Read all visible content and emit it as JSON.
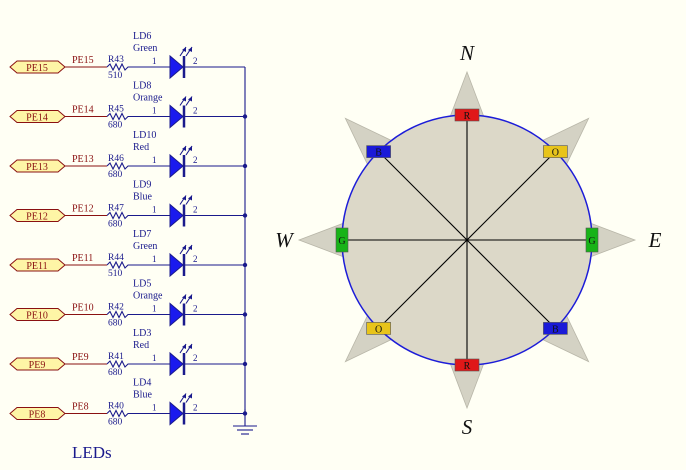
{
  "schematic": {
    "title": "LEDs",
    "channels": [
      {
        "port": "PE15",
        "resistor": "R43",
        "ohms": "510",
        "led": "LD6",
        "color": "Green",
        "pin_a": "1",
        "pin_b": "2"
      },
      {
        "port": "PE14",
        "resistor": "R45",
        "ohms": "680",
        "led": "LD8",
        "color": "Orange",
        "pin_a": "1",
        "pin_b": "2"
      },
      {
        "port": "PE13",
        "resistor": "R46",
        "ohms": "680",
        "led": "LD10",
        "color": "Red",
        "pin_a": "1",
        "pin_b": "2"
      },
      {
        "port": "PE12",
        "resistor": "R47",
        "ohms": "680",
        "led": "LD9",
        "color": "Blue",
        "pin_a": "1",
        "pin_b": "2"
      },
      {
        "port": "PE11",
        "resistor": "R44",
        "ohms": "510",
        "led": "LD7",
        "color": "Green",
        "pin_a": "1",
        "pin_b": "2"
      },
      {
        "port": "PE10",
        "resistor": "R42",
        "ohms": "680",
        "led": "LD5",
        "color": "Orange",
        "pin_a": "1",
        "pin_b": "2"
      },
      {
        "port": "PE9",
        "resistor": "R41",
        "ohms": "680",
        "led": "LD3",
        "color": "Red",
        "pin_a": "1",
        "pin_b": "2"
      },
      {
        "port": "PE8",
        "resistor": "R40",
        "ohms": "680",
        "led": "LD4",
        "color": "Blue",
        "pin_a": "1",
        "pin_b": "2"
      }
    ],
    "colors": {
      "wire": "#1a1a8c",
      "label": "#8a1111",
      "port_fill": "#fef5a6",
      "led_fill": "#1a1aee"
    }
  },
  "compass": {
    "directions": {
      "north": "N",
      "south": "S",
      "east": "E",
      "west": "W"
    },
    "leds": [
      {
        "position": "N",
        "letter": "R",
        "color": "#e01818"
      },
      {
        "position": "NE",
        "letter": "O",
        "color": "#e8c41a"
      },
      {
        "position": "E",
        "letter": "G",
        "color": "#18b318"
      },
      {
        "position": "SE",
        "letter": "B",
        "color": "#1a1ad8"
      },
      {
        "position": "S",
        "letter": "R",
        "color": "#e01818"
      },
      {
        "position": "SW",
        "letter": "O",
        "color": "#e8c41a"
      },
      {
        "position": "W",
        "letter": "G",
        "color": "#18b318"
      },
      {
        "position": "NW",
        "letter": "B",
        "color": "#1a1ad8"
      }
    ],
    "colors": {
      "disc": "#dcd8c8",
      "disc_edge": "#1c1cd8",
      "point": "#d4d2c4",
      "line": "#000000"
    }
  }
}
